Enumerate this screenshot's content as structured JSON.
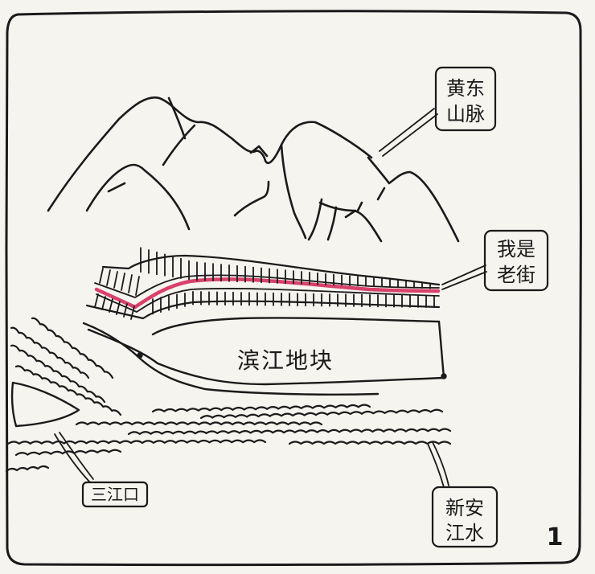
{
  "labels": {
    "mountains_line1": "黄东",
    "mountains_line2": "山脉",
    "street_line1": "我是",
    "street_line2": "老街",
    "block": "滨江地块",
    "confluence": "三江口",
    "river_line1": "新安",
    "river_line2": "江水",
    "page_number": "1"
  },
  "colors": {
    "ink": "#1a1a1a",
    "paper": "#fdfcf9",
    "street_highlight": "#d9416b"
  }
}
